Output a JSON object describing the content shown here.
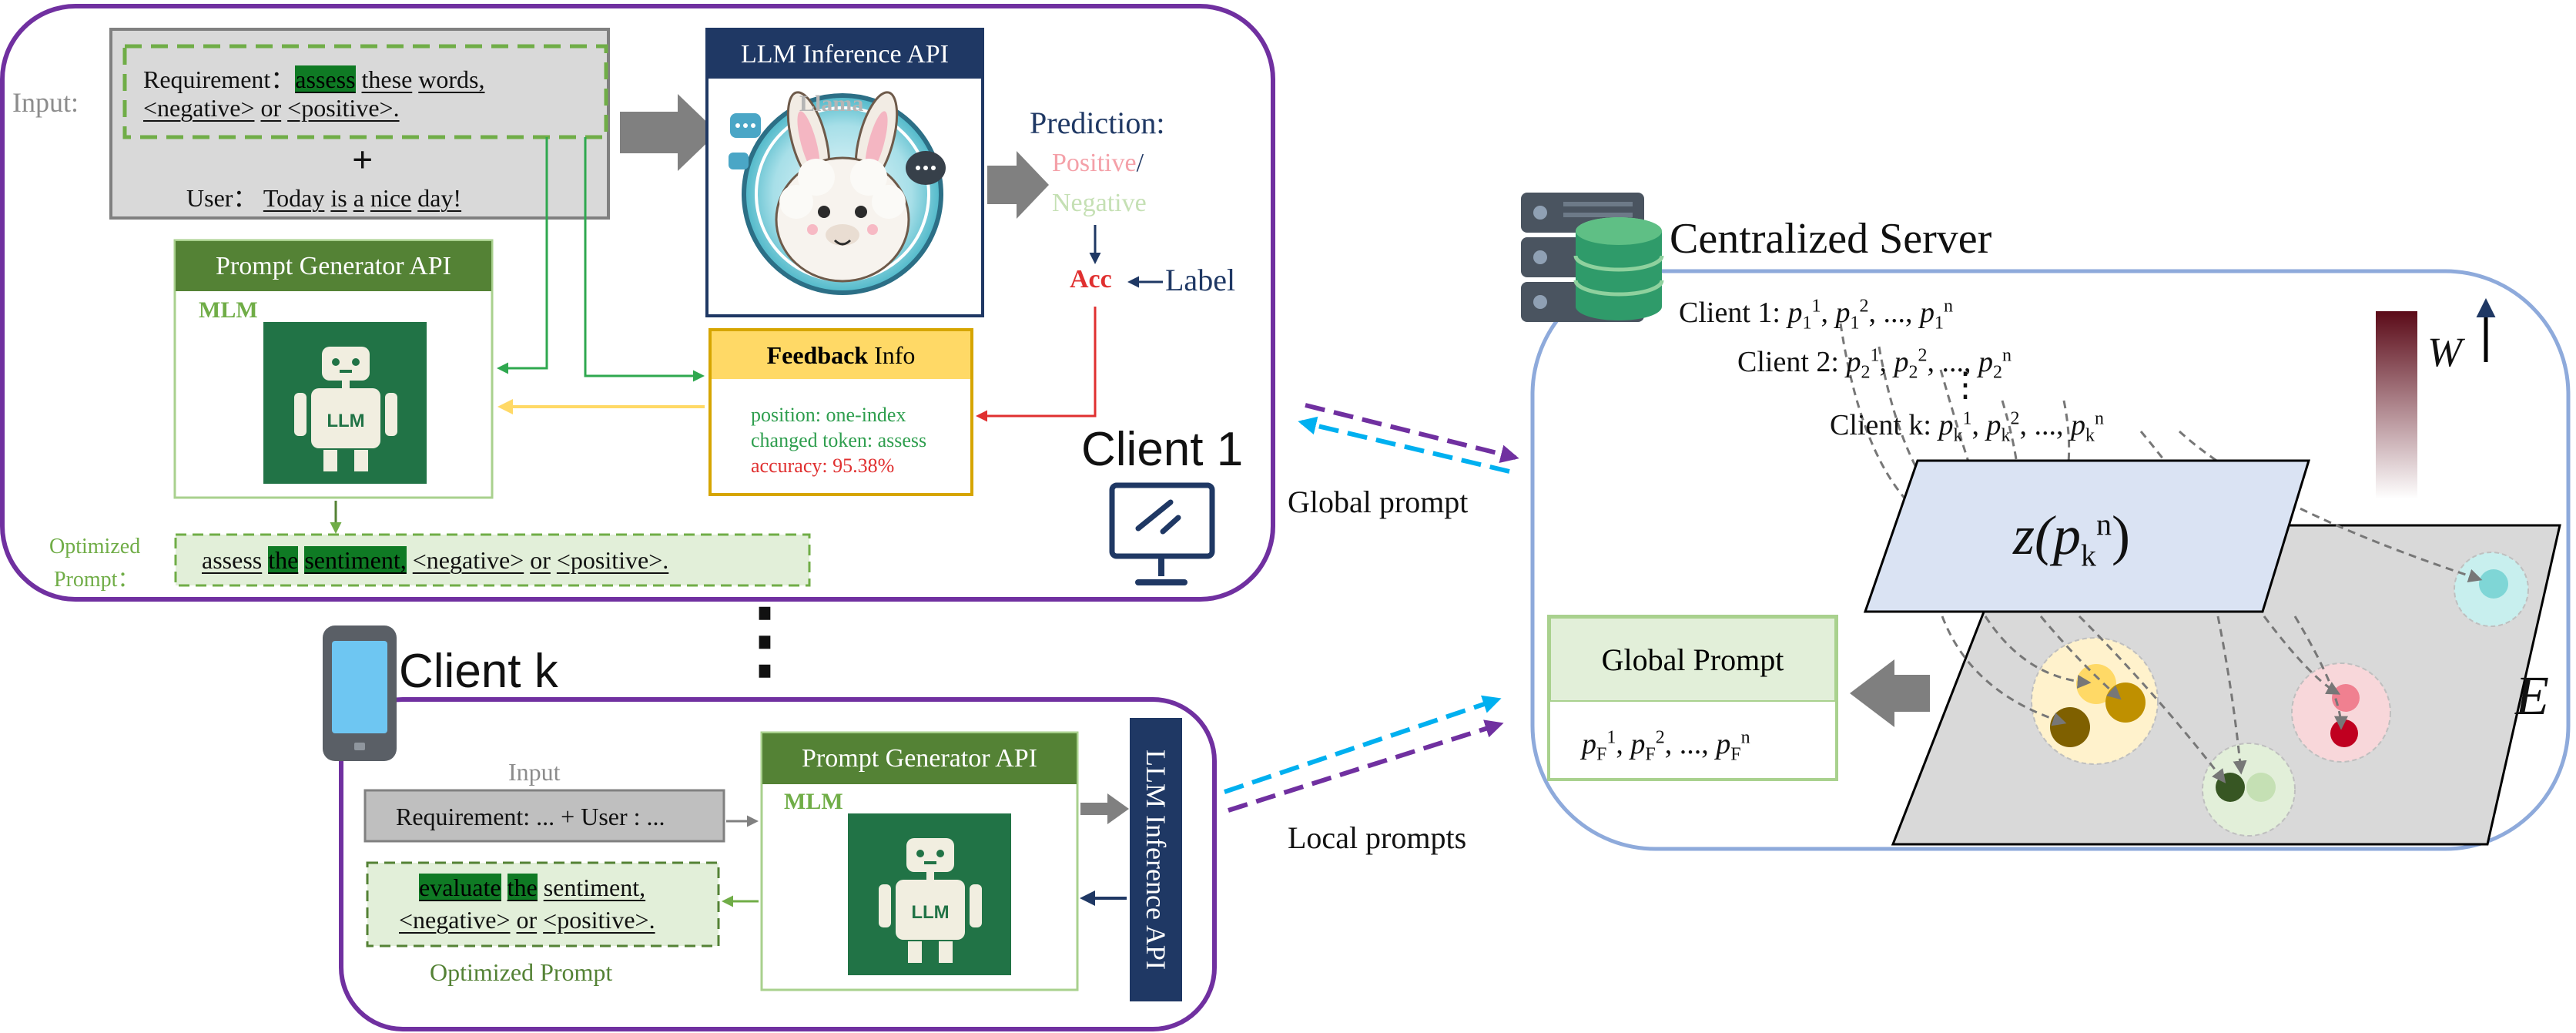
{
  "client1": {
    "input_label": "Input:",
    "requirement": {
      "prefix": "Requirement：",
      "w1": "assess",
      "w2": "these",
      "w3": "words,",
      "w4": "<negative>",
      "w5": "or",
      "w6": "<positive>."
    },
    "plus": "+",
    "user": {
      "prefix": "User：",
      "w1": "Today",
      "w2": "is",
      "w3": "a",
      "w4": "nice",
      "w5": "day!"
    },
    "llm_api_title": "LLM Inference API",
    "llama_label": "Llama",
    "prediction_label": "Prediction:",
    "positive": "Positive",
    "slash": "/",
    "negative": "Negative",
    "acc": "Acc",
    "label": "Label",
    "prompt_gen_title": "Prompt Generator API",
    "mlm": "MLM",
    "robot_text": "LLM",
    "feedback_title_bold": "Feedback",
    "feedback_title_rest": " Info",
    "feedback_position": "position: one-index",
    "feedback_changed": "changed token: assess",
    "feedback_accuracy": "accuracy: 95.38%",
    "optimized_label_1": "Optimized",
    "optimized_label_2": "Prompt：",
    "optimized": {
      "w1": "assess",
      "w2": "the",
      "w3": "sentiment,",
      "w4": "<negative>",
      "w5": "or",
      "w6": "<positive>."
    },
    "client_name": "Client 1"
  },
  "dots": "⋮",
  "clientk": {
    "client_name": "Client k",
    "input_label": "Input",
    "input_text": "Requirement: ... + User : ...",
    "prompt_gen_title": "Prompt Generator API",
    "mlm": "MLM",
    "robot_text": "LLM",
    "llm_api_vertical": "LLM Inference API",
    "optimized": {
      "w1": "evaluate",
      "w2": "the",
      "w3": "sentiment,",
      "w4": "<negative>",
      "w5": "or",
      "w6": "<positive>."
    },
    "optimized_label": "Optimized Prompt"
  },
  "arrows": {
    "global_prompt": "Global prompt",
    "local_prompts": "Local prompts"
  },
  "server": {
    "title": "Centralized Server",
    "client1_line": "Client 1:",
    "client2_line": "Client 2:",
    "clientk_line": "Client k:",
    "client1_sub": "1",
    "client2_sub": "2",
    "clientk_sub": "k",
    "p_letter": "p",
    "sup_1": "1",
    "sup_2": "2",
    "sup_n": "n",
    "sep": ",",
    "ellipsis": "...,",
    "z_label": "z(",
    "z_p": "p",
    "z_sub": "k",
    "z_sup": "n",
    "z_close": ")",
    "w_label": "W",
    "e_label": "E",
    "global_prompt_title": "Global Prompt",
    "global_sub": "F"
  },
  "colors": {
    "purple": "#7030a0",
    "navy": "#1f3864",
    "green_dark": "#548235",
    "green_light": "#a9d18e",
    "gray": "#7f7f7f",
    "cyan": "#00b0f0",
    "red": "#e03030",
    "pink": "#f4a0a8",
    "server_border": "#8eaadb"
  }
}
